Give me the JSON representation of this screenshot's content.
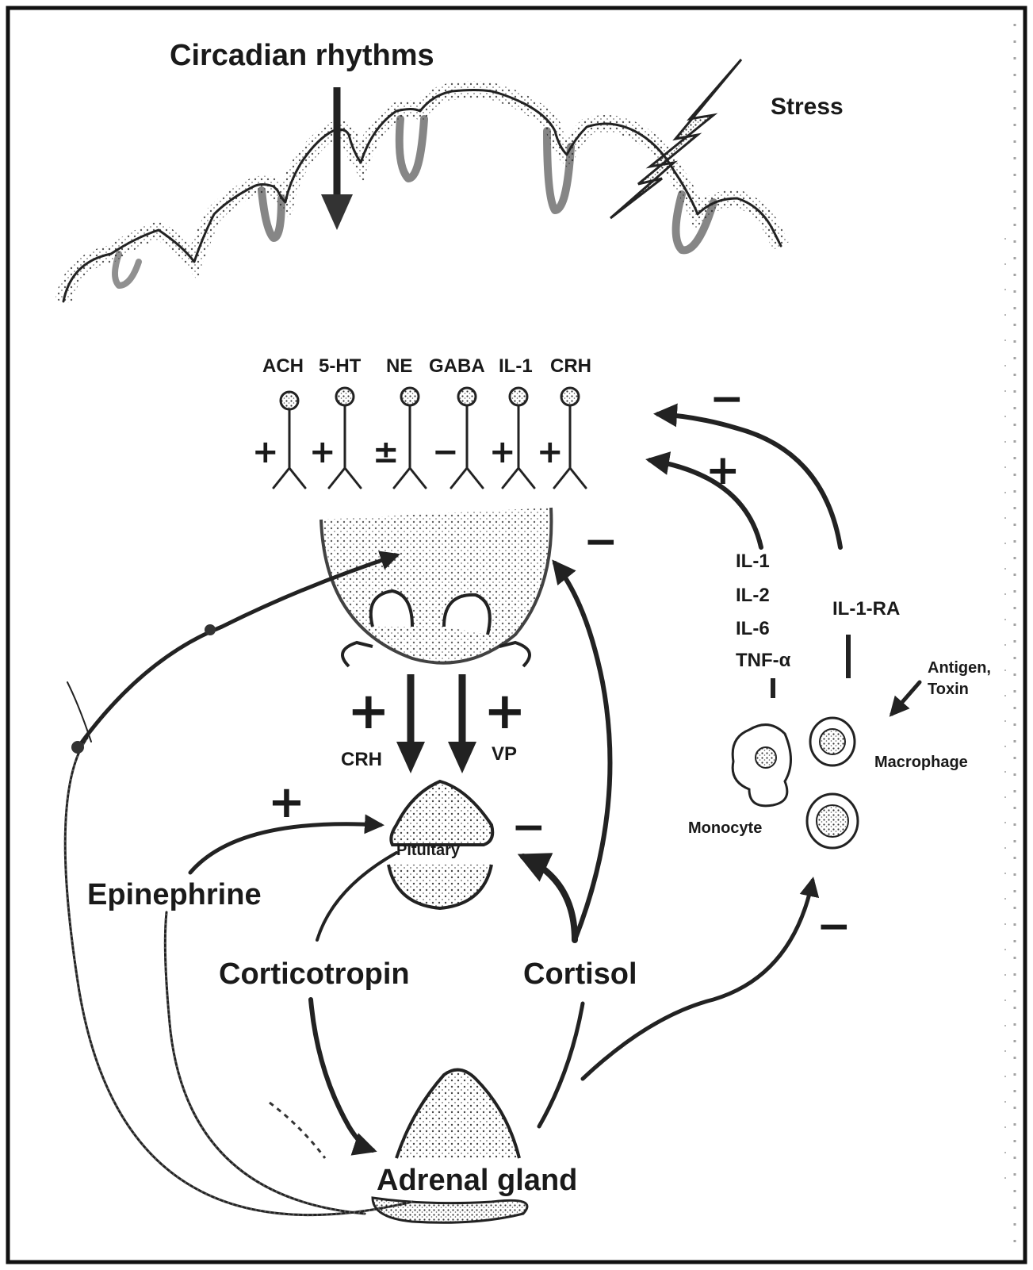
{
  "labels": {
    "circadian": "Circadian rhythms",
    "stress": "Stress",
    "ach": "ACH",
    "ht5": "5-HT",
    "ne": "NE",
    "gaba": "GABA",
    "il1_top": "IL-1",
    "crh_top": "CRH",
    "crh_mid": "CRH",
    "vp": "VP",
    "pituitary": "Pituitary",
    "epinephrine": "Epinephrine",
    "corticotropin": "Corticotropin",
    "cortisol": "Cortisol",
    "adrenal": "Adrenal gland",
    "il1": "IL-1",
    "il2": "IL-2",
    "il6": "IL-6",
    "tnf": "TNF-α",
    "il1ra": "IL-1-RA",
    "antigen": "Antigen,",
    "toxin": "Toxin",
    "macrophage": "Macrophage",
    "monocyte": "Monocyte"
  },
  "signs": {
    "ach": "+",
    "ht5": "+",
    "ne": "±",
    "gaba": "−",
    "il1": "+",
    "crh": "+",
    "crh_vp_left": "+",
    "crh_vp_right": "+",
    "epinephrine": "+",
    "pituitary_feedback": "−",
    "hypothalamus_feedback": "−",
    "cytokine_plus": "+",
    "il1ra_minus": "−",
    "immune_minus": "−"
  }
}
